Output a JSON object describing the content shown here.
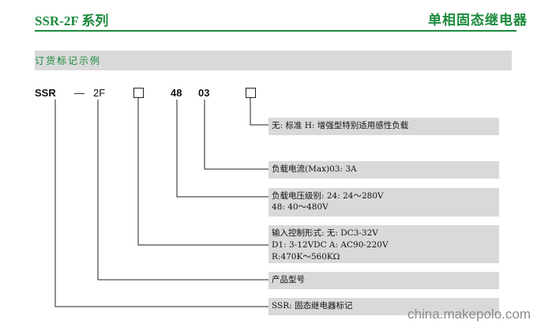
{
  "header": {
    "series_title": "SSR-2F 系列",
    "product_title": "单相固态继电器"
  },
  "section": {
    "title": "订货标记示例"
  },
  "code": {
    "prefix": "SSR",
    "dash": "—",
    "model": "2F",
    "voltage": "48",
    "current": "03"
  },
  "entries": [
    {
      "lines": [
        "无: 标准  H: 增强型特别适用感性负载"
      ]
    },
    {
      "lines": [
        "负载电流(Max)03: 3A"
      ]
    },
    {
      "lines": [
        "负载电压级别:    24: 24～280V",
        "48: 40～480V"
      ]
    },
    {
      "lines": [
        "输入控制形式: 无: DC3-32V",
        "D1: 3-12VDC A: AC90-220V",
        "R:470K～560KΩ"
      ]
    },
    {
      "lines": [
        "产品型号"
      ]
    },
    {
      "lines": [
        "SSR: 固态继电器标记"
      ]
    }
  ],
  "watermark": "china.makepolo.com",
  "colors": {
    "accent": "#1b8a3c",
    "bar": "#d9d9d9"
  }
}
